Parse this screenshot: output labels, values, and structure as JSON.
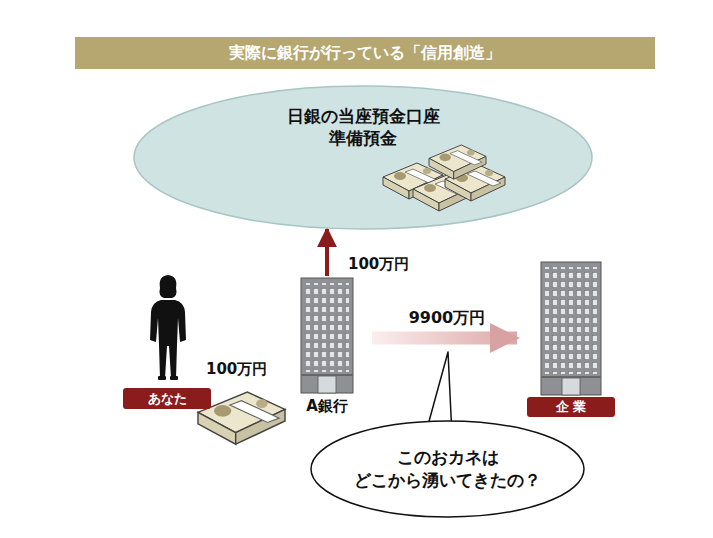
{
  "diagram": {
    "title": "実際に銀行が行っている「信用創造」",
    "nodes": [
      {
        "text": [
          "日銀の当座預金口座 準備預金"
        ]
      },
      {
        "text": [
          "あなた"
        ]
      },
      {
        "text": [
          "A銀行"
        ]
      },
      {
        "text": [
          "企 業"
        ]
      },
      {
        "text": [
          "このおカネは どこから湧いてきたの？"
        ]
      }
    ],
    "edges": [
      {
        "from": 2,
        "to": 0,
        "label": "100万円",
        "arrow": "to"
      },
      {
        "from": 2,
        "to": 3,
        "label": "9900万円",
        "arrow": "to"
      }
    ],
    "labels": [
      "100万円"
    ]
  }
}
